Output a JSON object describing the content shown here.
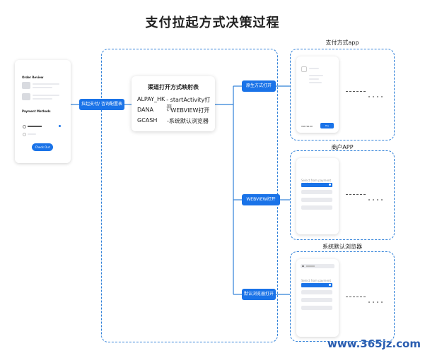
{
  "title": "支付拉起方式决策过程",
  "checkout": {
    "order_review": "Order Review",
    "payment_methods": "Payment Methods",
    "check_out_button": "Check Out"
  },
  "flow": {
    "pull_label": "拉起支付/ 咨询配置表"
  },
  "mapping_table": {
    "title": "渠道打开方式映射表",
    "rows": [
      {
        "channel": "ALPAY_HK",
        "method": "- startActivity打开"
      },
      {
        "channel": "DANA",
        "method": "- WEBVIEW打开"
      },
      {
        "channel": "GCASH",
        "method": "-系统默认浏览器"
      }
    ]
  },
  "branches": [
    {
      "button": "原生方式打开",
      "section": "支付方式app",
      "price": "USD 99.00",
      "pay": "Pay"
    },
    {
      "button": "WEBVIEW打开",
      "section": "商户APP",
      "hint": "Select from payment methods"
    },
    {
      "button": "默认浏览器打开",
      "section": "系统默认浏览器",
      "hint": "Select from payment methods"
    }
  ],
  "watermark": "www.365jz.com",
  "colors": {
    "accent": "#1a73e8",
    "dashed_border": "#2f80d8"
  }
}
